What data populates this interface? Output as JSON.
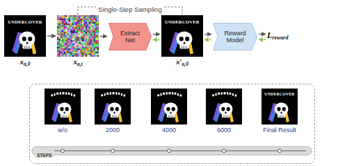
{
  "diagram": {
    "nodes": [
      {
        "text": [
          "UNDERCOVER",
          "xa,0"
        ]
      },
      {
        "text": [
          "xa,t"
        ]
      },
      {
        "text": [
          "Extract Net"
        ]
      },
      {
        "text": [
          "UNDERCOVER",
          "x′a,0"
        ]
      },
      {
        "text": [
          "Reward Model"
        ]
      },
      {
        "text": [
          "Lreward"
        ]
      },
      {
        "text": [
          "w/o"
        ]
      },
      {
        "text": [
          "2000"
        ]
      },
      {
        "text": [
          "4000"
        ]
      },
      {
        "text": [
          "6000"
        ]
      },
      {
        "text": [
          "UNDERCOVER",
          "Final Result"
        ]
      }
    ],
    "edges": [
      {
        "from": 0,
        "to": 1,
        "arrow": "to"
      },
      {
        "from": 1,
        "to": 2,
        "arrow": "to"
      },
      {
        "from": 2,
        "to": 3,
        "arrow": "to"
      },
      {
        "from": 3,
        "to": 4,
        "arrow": "to"
      },
      {
        "from": 4,
        "to": 5,
        "arrow": "to"
      },
      {
        "from": 5,
        "to": 4,
        "arrow": "to"
      },
      {
        "from": 4,
        "to": 3,
        "arrow": "to"
      },
      {
        "from": 3,
        "to": 2,
        "arrow": "to"
      }
    ],
    "labels": [
      "Single-Step Sampling",
      "STEPS"
    ]
  }
}
